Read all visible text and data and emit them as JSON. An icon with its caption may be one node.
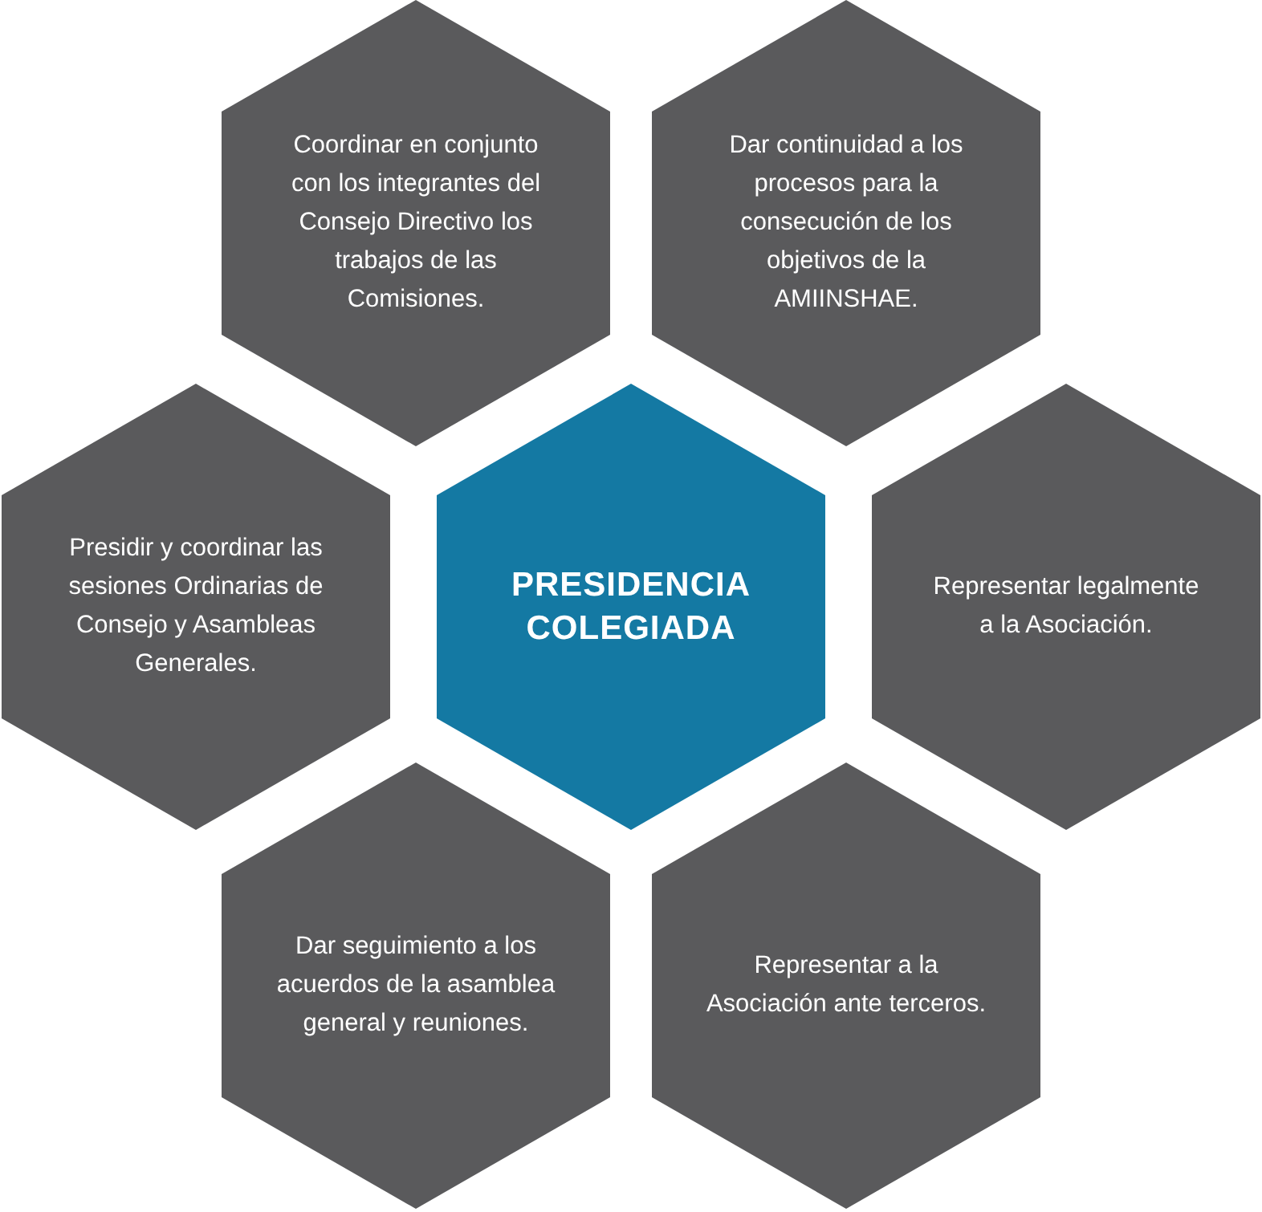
{
  "diagram": {
    "nodes": [
      {
        "text": [
          "Coordinar en conjunto con los integrantes del Consejo Directivo los trabajos de las Comisiones."
        ]
      },
      {
        "text": [
          "Dar continuidad a los procesos para la consecución de los objetivos de la AMIINSHAE."
        ]
      },
      {
        "text": [
          "Presidir y coordinar las sesiones Ordinarias de Consejo y Asambleas Generales."
        ]
      },
      {
        "text": [
          "PRESIDENCIA COLEGIADA"
        ]
      },
      {
        "text": [
          "Representar legalmente a la Asociación."
        ]
      },
      {
        "text": [
          "Dar seguimiento a los acuerdos de la asamblea general y reuniones."
        ]
      },
      {
        "text": [
          "Representar a la Asociación ante terceros."
        ]
      }
    ]
  }
}
